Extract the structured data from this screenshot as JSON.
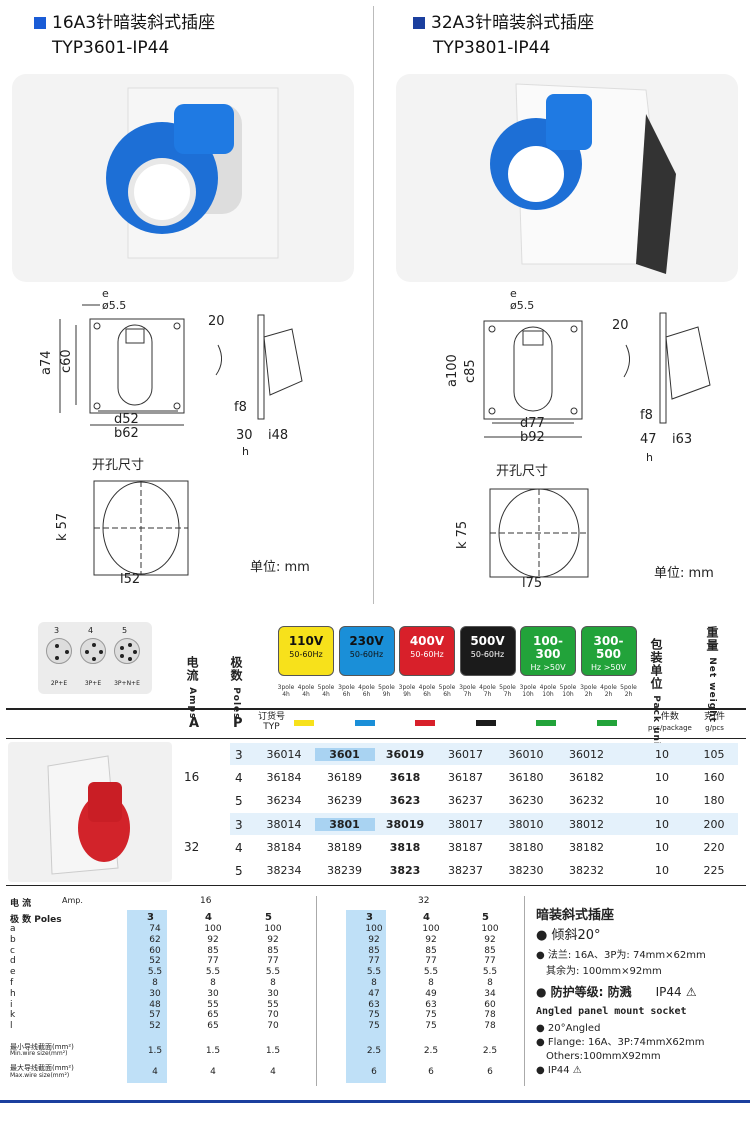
{
  "left_product": {
    "title": "16A3针暗装斜式插座",
    "model": "TYP3601-IP44",
    "dims": {
      "e": "e",
      "phi": "ø5.5",
      "a": "a74",
      "c": "c60",
      "d": "d52",
      "b": "b62",
      "angle": "20",
      "f": "f8",
      "g": "30",
      "i": "i48",
      "h": "h",
      "k": "k 57",
      "l": "l52"
    }
  },
  "right_product": {
    "title": "32A3针暗装斜式插座",
    "model": "TYP3801-IP44",
    "dims": {
      "e": "e",
      "phi": "ø5.5",
      "a": "a100",
      "c": "c85",
      "d": "d77",
      "b": "b92",
      "angle": "20",
      "f": "f8",
      "g": "47",
      "i": "i63",
      "h": "h",
      "k": "k 75",
      "l": "l75"
    }
  },
  "cutout_label": "开孔尺寸",
  "unit_label": "单位: mm",
  "pins": [
    {
      "n": "3",
      "l": "2P+E"
    },
    {
      "n": "4",
      "l": "3P+E"
    },
    {
      "n": "5",
      "l": "3P+N+E"
    }
  ],
  "hdr": {
    "current": "电流",
    "amps": "Amps",
    "poles_cn": "极数",
    "poles": "Poles",
    "pack_cn": "包装单位",
    "pack": "Pack unit",
    "weight_cn": "重量",
    "weight": "Net weight",
    "A": "A",
    "P": "P",
    "order": "订货号",
    "typ": "TYP",
    "pack_unit": "件数",
    "pack_sub": "pcs/package",
    "wt_unit": "克/件",
    "wt_sub": "g/pcs"
  },
  "voltages": [
    {
      "v": "110V",
      "hz": "50-60Hz",
      "color": "#f7e11b",
      "fg": "#111",
      "bar": "#f7e11b",
      "poles": [
        "3pole 4h",
        "4pole 4h",
        "5pole 4h"
      ]
    },
    {
      "v": "230V",
      "hz": "50-60Hz",
      "color": "#1a8fd8",
      "fg": "#111",
      "bar": "#1a8fd8",
      "poles": [
        "3pole 6h",
        "4pole 6h",
        "5pole 9h"
      ]
    },
    {
      "v": "400V",
      "hz": "50-60Hz",
      "color": "#d8202a",
      "fg": "#fff",
      "bar": "#d8202a",
      "poles": [
        "3pole 9h",
        "4pole 6h",
        "5pole 6h"
      ]
    },
    {
      "v": "500V",
      "hz": "50-60Hz",
      "color": "#1b1b1b",
      "fg": "#fff",
      "bar": "#1b1b1b",
      "poles": [
        "3pole 7h",
        "4pole 7h",
        "5pole 7h"
      ]
    },
    {
      "v": "100-300",
      "hz": "Hz >50V",
      "color": "#22a33a",
      "fg": "#fff",
      "bar": "#22a33a",
      "poles": [
        "3pole 10h",
        "4pole 10h",
        "5pole 10h"
      ]
    },
    {
      "v": "300-500",
      "hz": "Hz >50V",
      "color": "#22a33a",
      "fg": "#fff",
      "bar": "#22a33a",
      "poles": [
        "3pole 2h",
        "4pole 2h",
        "5pole 2h"
      ]
    }
  ],
  "rows": [
    {
      "a": "16",
      "p": "3",
      "c": [
        "36014",
        "3601",
        "36019",
        "36017",
        "36010",
        "36012"
      ],
      "pk": "10",
      "w": "105"
    },
    {
      "a": "",
      "p": "4",
      "c": [
        "36184",
        "36189",
        "3618",
        "36187",
        "36180",
        "36182"
      ],
      "pk": "10",
      "w": "160"
    },
    {
      "a": "",
      "p": "5",
      "c": [
        "36234",
        "36239",
        "3623",
        "36237",
        "36230",
        "36232"
      ],
      "pk": "10",
      "w": "180"
    },
    {
      "a": "32",
      "p": "3",
      "c": [
        "38014",
        "3801",
        "38019",
        "38017",
        "38010",
        "38012"
      ],
      "pk": "10",
      "w": "200"
    },
    {
      "a": "",
      "p": "4",
      "c": [
        "38184",
        "38189",
        "3818",
        "38187",
        "38180",
        "38182"
      ],
      "pk": "10",
      "w": "220"
    },
    {
      "a": "",
      "p": "5",
      "c": [
        "38234",
        "38239",
        "3823",
        "38237",
        "38230",
        "38232"
      ],
      "pk": "10",
      "w": "225"
    }
  ],
  "spec": {
    "h_current": "电 流",
    "h_amp": "Amp.",
    "h_16": "16",
    "h_32": "32",
    "h_poles": "极 数 Poles",
    "poles": [
      "3",
      "4",
      "5",
      "3",
      "4",
      "5"
    ],
    "rows": [
      {
        "k": "a",
        "v": [
          "74",
          "100",
          "100",
          "100",
          "100",
          "100"
        ]
      },
      {
        "k": "b",
        "v": [
          "62",
          "92",
          "92",
          "92",
          "92",
          "92"
        ]
      },
      {
        "k": "c",
        "v": [
          "60",
          "85",
          "85",
          "85",
          "85",
          "85"
        ]
      },
      {
        "k": "d",
        "v": [
          "52",
          "77",
          "77",
          "77",
          "77",
          "77"
        ]
      },
      {
        "k": "e",
        "v": [
          "5.5",
          "5.5",
          "5.5",
          "5.5",
          "5.5",
          "5.5"
        ]
      },
      {
        "k": "f",
        "v": [
          "8",
          "8",
          "8",
          "8",
          "8",
          "8"
        ]
      },
      {
        "k": "h",
        "v": [
          "30",
          "30",
          "30",
          "47",
          "49",
          "34"
        ]
      },
      {
        "k": "i",
        "v": [
          "48",
          "55",
          "55",
          "63",
          "63",
          "60"
        ]
      },
      {
        "k": "k",
        "v": [
          "57",
          "65",
          "70",
          "75",
          "75",
          "78"
        ]
      },
      {
        "k": "l",
        "v": [
          "52",
          "65",
          "70",
          "75",
          "75",
          "78"
        ]
      }
    ],
    "min_label": "最小导线截面(mm²)",
    "min_sub": "Min.wire size(mm²)",
    "min": [
      "1.5",
      "1.5",
      "1.5",
      "2.5",
      "2.5",
      "2.5"
    ],
    "max_label": "最大导线截面(mm²)",
    "max_sub": "Max.wire size(mm²)",
    "max": [
      "4",
      "4",
      "4",
      "6",
      "6",
      "6"
    ]
  },
  "desc": {
    "title": "暗装斜式插座",
    "b1": "倾斜20°",
    "b2": "法兰: 16A、3P为: 74mm×62mm",
    "b2b": "其余为: 100mm×92mm",
    "b3": "防护等级: 防溅",
    "ip": "IP44",
    "en_title": "Angled panel mount socket",
    "e1": "20°Angled",
    "e2": "Flange: 16A、3P:74mmX62mm",
    "e2b": "Others:100mmX92mm",
    "e3": "IP44"
  }
}
